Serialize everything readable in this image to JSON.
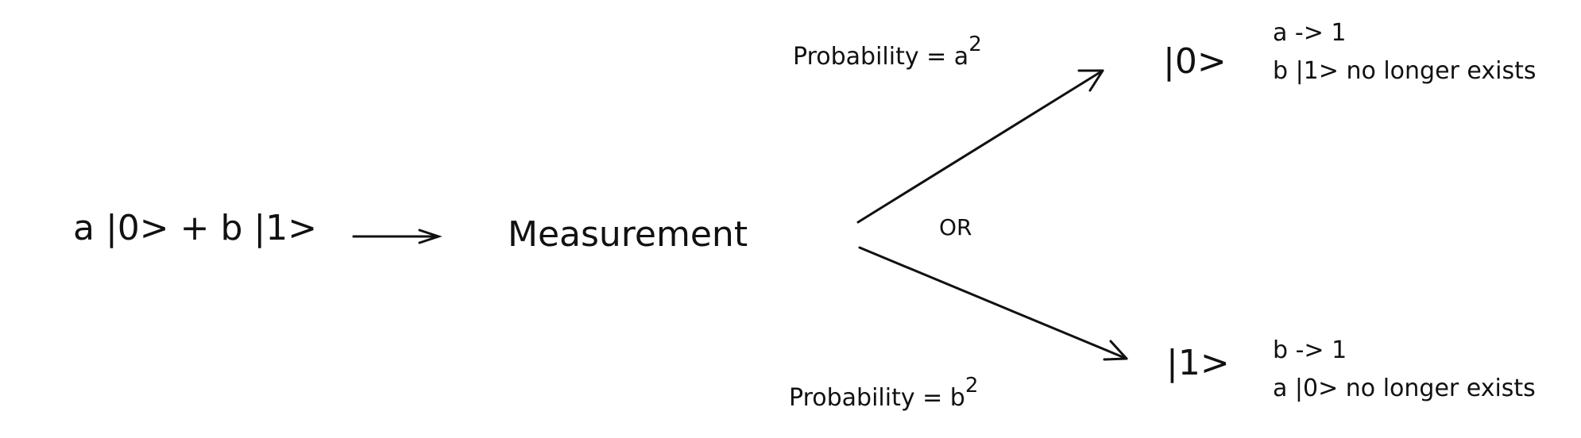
{
  "input_state": "a |0> + b |1>",
  "measurement_label": "Measurement",
  "or_label": "OR",
  "top_branch": {
    "probability_prefix": "Probability = a",
    "probability_exponent": "2",
    "result_state": "|0>",
    "note_line1": "a -> 1",
    "note_line2": "b |1> no longer exists"
  },
  "bottom_branch": {
    "probability_prefix": "Probability = b",
    "probability_exponent": "2",
    "result_state": "|1>",
    "note_line1": "b -> 1",
    "note_line2": "a |0> no longer exists"
  },
  "colors": {
    "ink": "#111111",
    "background": "#ffffff"
  }
}
